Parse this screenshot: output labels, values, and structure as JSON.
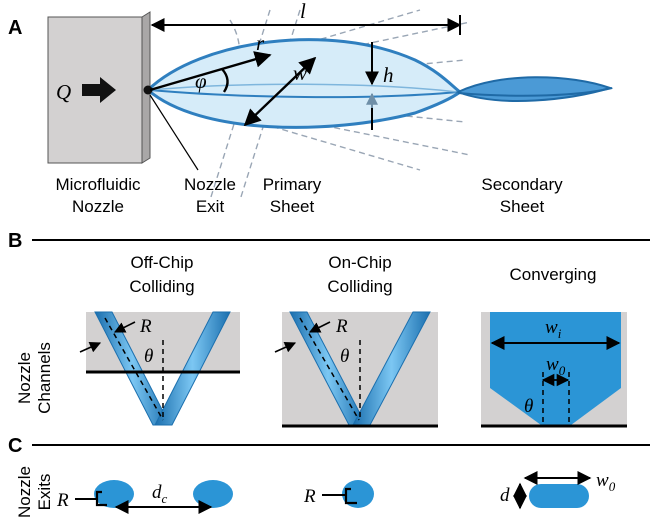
{
  "panels": {
    "a": {
      "label": "A",
      "symbols": {
        "Q": "Q",
        "l": "l",
        "r": "r",
        "phi": "φ",
        "w": "w",
        "h": "h"
      },
      "captions": {
        "nozzle": [
          "Microfluidic",
          "Nozzle"
        ],
        "exit": [
          "Nozzle",
          "Exit"
        ],
        "primary": [
          "Primary",
          "Sheet"
        ],
        "secondary": [
          "Secondary",
          "Sheet"
        ]
      }
    },
    "b": {
      "label": "B",
      "side_label": [
        "Nozzle",
        "Channels"
      ],
      "titles": {
        "off_chip": [
          "Off-Chip",
          "Colliding"
        ],
        "on_chip": [
          "On-Chip",
          "Colliding"
        ],
        "converging": [
          "Converging"
        ]
      },
      "symbols": {
        "R": "R",
        "theta": "θ",
        "wi_base": "w",
        "wi_sub": "i",
        "w0_base": "w",
        "w0_sub": "0"
      }
    },
    "c": {
      "label": "C",
      "side_label": [
        "Nozzle",
        "Exits"
      ],
      "symbols": {
        "R": "R",
        "dc_base": "d",
        "dc_sub": "c",
        "d": "d",
        "w0_base": "w",
        "w0_sub": "0"
      }
    }
  },
  "colors": {
    "sheet_fill": "#d6ecf9",
    "sheet_edge": "#2f7fbf",
    "channel_blue": "#2b95d6",
    "chip_gray": "#d3d1d1",
    "guide_gray": "#9aa6b5"
  }
}
